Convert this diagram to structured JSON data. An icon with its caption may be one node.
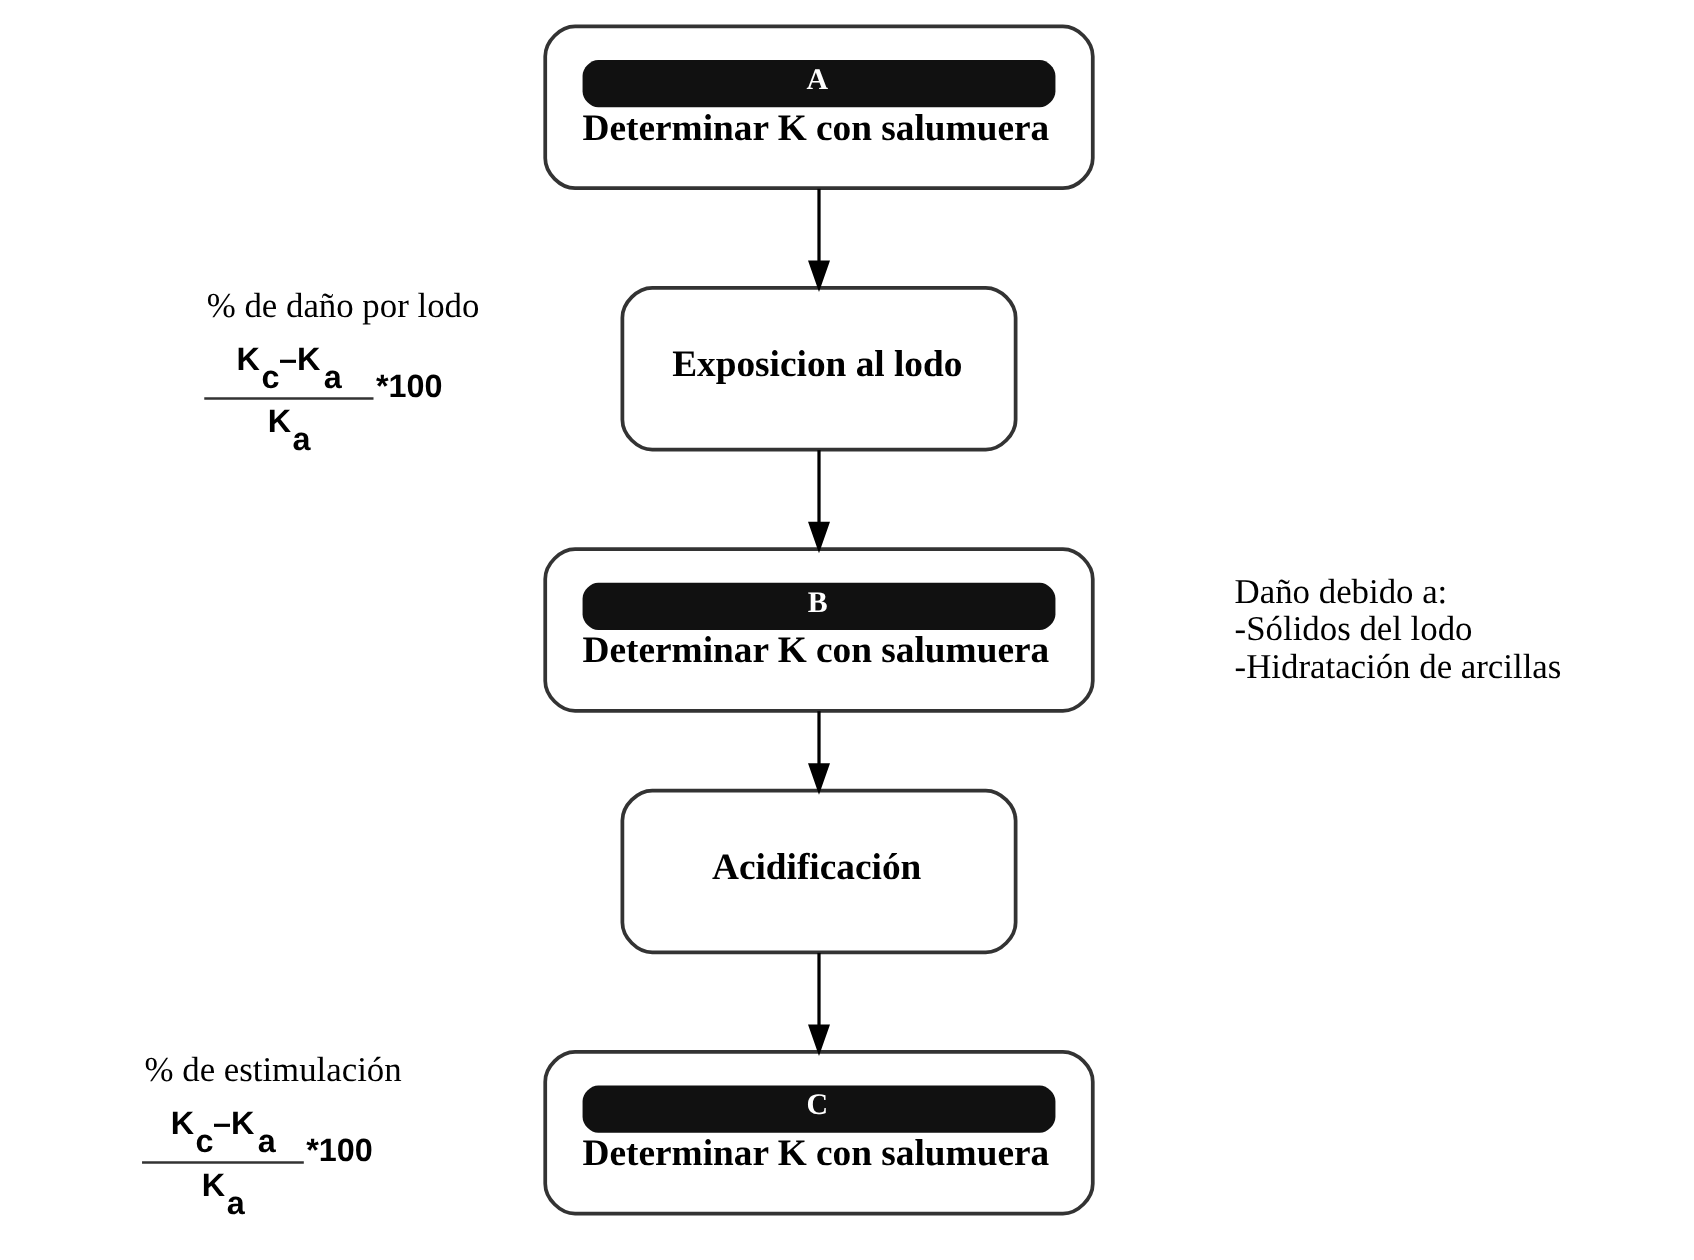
{
  "diagram": {
    "nodes": [
      {
        "text": [
          "A",
          "Determinar K con salumuera"
        ]
      },
      {
        "text": [
          "Exposicion al lodo"
        ],
        "beside": [
          "% de daño por lodo",
          "K$_{c}$–K$_{a}$",
          "K$_{a}$",
          "*100"
        ]
      },
      {
        "text": [
          "B",
          "Determinar K con salumuera"
        ],
        "beside": [
          "Daño debido a:",
          "-Sólidos del lodo",
          "-Hidratación de arcillas"
        ]
      },
      {
        "text": [
          "Acidificación"
        ]
      },
      {
        "text": [
          "C",
          "Determinar K con salumuera"
        ],
        "beside": [
          "% de estimulación",
          "K$_{c}$–K$_{a}$",
          "K$_{a}$",
          "*100"
        ]
      }
    ],
    "edges": [
      {
        "from": 0,
        "to": 1,
        "arrow": "to"
      },
      {
        "from": 1,
        "to": 2,
        "arrow": "to"
      },
      {
        "from": 2,
        "to": 3,
        "arrow": "to"
      },
      {
        "from": 3,
        "to": 4,
        "arrow": "to"
      }
    ]
  }
}
